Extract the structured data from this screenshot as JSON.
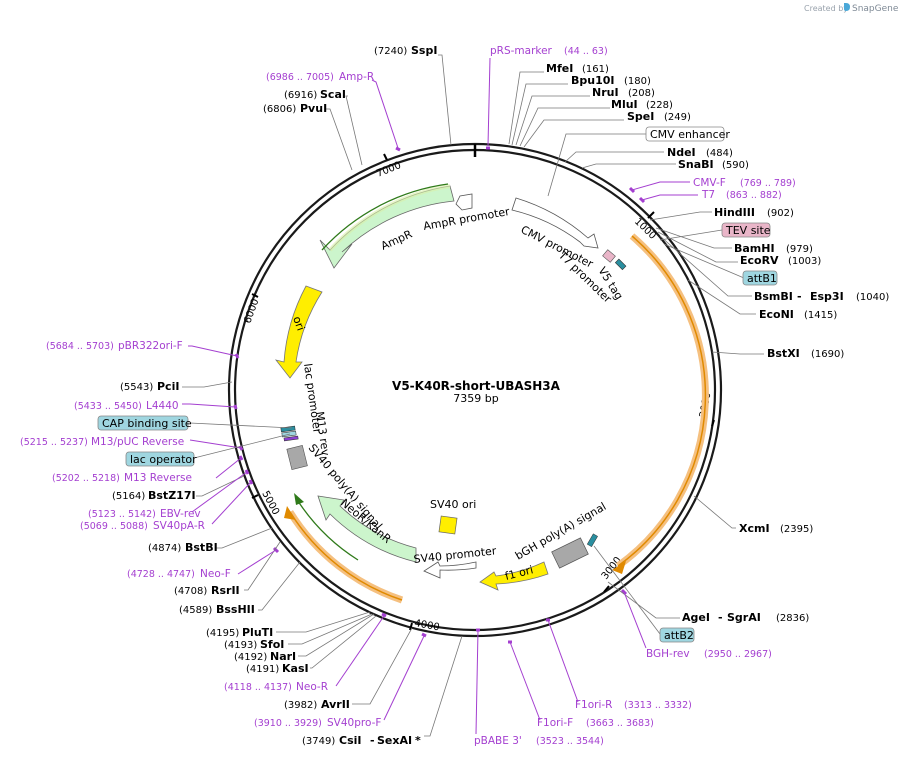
{
  "branding": {
    "created_by": "Created by",
    "app": "SnapGene",
    "logo_icon": "snapgene-logo-icon"
  },
  "plasmid": {
    "name": "V5-K40R-short-UBASH3A",
    "length_label": "7359 bp"
  },
  "ticks": [
    "1000",
    "2000",
    "3000",
    "4000",
    "5000",
    "6000",
    "7000"
  ],
  "enzymes": [
    {
      "pos": "(7240)",
      "name": "SspI"
    },
    {
      "pos": "(161)",
      "name": "MfeI"
    },
    {
      "pos": "(180)",
      "name": "Bpu10I"
    },
    {
      "pos": "(208)",
      "name": "NruI"
    },
    {
      "pos": "(228)",
      "name": "MluI"
    },
    {
      "pos": "(249)",
      "name": "SpeI"
    },
    {
      "pos": "(484)",
      "name": "NdeI"
    },
    {
      "pos": "(590)",
      "name": "SnaBI"
    },
    {
      "pos": "(902)",
      "name": "HindIII"
    },
    {
      "pos": "(979)",
      "name": "BamHI"
    },
    {
      "pos": "(1003)",
      "name": "EcoRV"
    },
    {
      "pos": "(1040)",
      "name": "BsmBI",
      "name2": "Esp3I"
    },
    {
      "pos": "(1415)",
      "name": "EcoNI"
    },
    {
      "pos": "(1690)",
      "name": "BstXI"
    },
    {
      "pos": "(2395)",
      "name": "XcmI"
    },
    {
      "pos": "(2836)",
      "name": "AgeI",
      "name2": "SgrAI"
    },
    {
      "pos": "(6916)",
      "name": "ScaI"
    },
    {
      "pos": "(6806)",
      "name": "PvuI"
    },
    {
      "pos": "(5543)",
      "name": "PciI"
    },
    {
      "pos": "(5164)",
      "name": "BstZ17I"
    },
    {
      "pos": "(4874)",
      "name": "BstBI"
    },
    {
      "pos": "(4708)",
      "name": "RsrII"
    },
    {
      "pos": "(4589)",
      "name": "BssHII"
    },
    {
      "pos": "(4195)",
      "name": "PluTI"
    },
    {
      "pos": "(4193)",
      "name": "SfoI"
    },
    {
      "pos": "(4192)",
      "name": "NarI"
    },
    {
      "pos": "(4191)",
      "name": "KasI"
    },
    {
      "pos": "(3982)",
      "name": "AvrII"
    },
    {
      "pos": "(3749)",
      "name": "CsiI",
      "name2": "SexAI",
      "star": "*"
    }
  ],
  "primers": [
    {
      "name": "pRS-marker",
      "range": "(44 .. 63)"
    },
    {
      "name": "Amp-R",
      "range": "(6986 .. 7005)"
    },
    {
      "name": "CMV-F",
      "range": "(769 .. 789)"
    },
    {
      "name": "T7",
      "range": "(863 .. 882)"
    },
    {
      "name": "pBR322ori-F",
      "range": "(5684 .. 5703)"
    },
    {
      "name": "L4440",
      "range": "(5433 .. 5450)"
    },
    {
      "name": "M13/pUC Reverse",
      "range": "(5215 .. 5237)"
    },
    {
      "name": "M13 Reverse",
      "range": "(5202 .. 5218)"
    },
    {
      "name": "EBV-rev",
      "range": "(5123 .. 5142)"
    },
    {
      "name": "SV40pA-R",
      "range": "(5069 .. 5088)"
    },
    {
      "name": "Neo-F",
      "range": "(4728 .. 4747)"
    },
    {
      "name": "Neo-R",
      "range": "(4118 .. 4137)"
    },
    {
      "name": "SV40pro-F",
      "range": "(3910 .. 3929)"
    },
    {
      "name": "pBABE 3'",
      "range": "(3663 .. 3683)"
    },
    {
      "name": "F1ori-F",
      "range": "(3523 .. 3544)"
    },
    {
      "name": "F1ori-R",
      "range": "(3313 .. 3332)"
    },
    {
      "name": "BGH-rev",
      "range": "(2950 .. 2967)"
    }
  ],
  "boxed_features": {
    "cmv_enhancer": "CMV enhancer",
    "tev_site": "TEV site",
    "attb1": "attB1",
    "attb2": "attB2",
    "cap_binding_site": "CAP binding site",
    "lac_operator": "lac operator"
  },
  "features": {
    "ampr": "AmpR",
    "ampr_promoter": "AmpR promoter",
    "cmv_promoter": "CMV promoter",
    "t7_promoter": "T7 promoter",
    "v5_tag": "V5 tag",
    "ori": "ori",
    "lac_promoter": "lac promoter",
    "m13_rev": "M13 rev",
    "sv40_polya": "SV40 poly(A) signal",
    "neor_kanr": "NeoR/KanR",
    "sv40_ori": "SV40 ori",
    "sv40_promoter": "SV40 promoter",
    "bgh_polya": "bGH poly(A) signal",
    "f1_ori": "f1 ori"
  },
  "colors": {
    "primer": "#a43fd0",
    "ampr_fill": "#ccf5cc",
    "ori_fill": "#ffee00",
    "orf_highlight": "#f5c080",
    "orf_line": "#e08a00",
    "boxed_blue": "#9fd6e0",
    "boxed_pink": "#e9b5c8",
    "gray_feature": "#a8a8a8"
  }
}
